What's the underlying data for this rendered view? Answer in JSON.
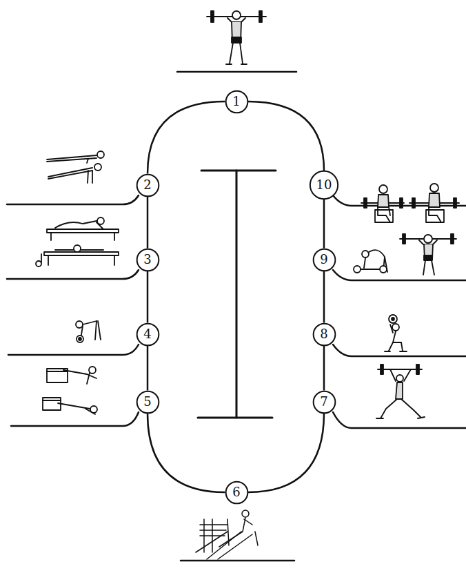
{
  "diagram": {
    "nodes": [
      {
        "text": [
          "1"
        ]
      },
      {
        "text": [
          "2"
        ]
      },
      {
        "text": [
          "3"
        ]
      },
      {
        "text": [
          "4"
        ]
      },
      {
        "text": [
          "5"
        ]
      },
      {
        "text": [
          "6"
        ]
      },
      {
        "text": [
          "7"
        ]
      },
      {
        "text": [
          "8"
        ]
      },
      {
        "text": [
          "9"
        ]
      },
      {
        "text": [
          "10"
        ]
      }
    ],
    "edges": [
      {
        "from": 0,
        "to": 1,
        "arrow": "none"
      },
      {
        "from": 1,
        "to": 2,
        "arrow": "none"
      },
      {
        "from": 2,
        "to": 3,
        "arrow": "none"
      },
      {
        "from": 3,
        "to": 4,
        "arrow": "none"
      },
      {
        "from": 4,
        "to": 5,
        "arrow": "none"
      },
      {
        "from": 5,
        "to": 6,
        "arrow": "none"
      },
      {
        "from": 6,
        "to": 7,
        "arrow": "none"
      },
      {
        "from": 7,
        "to": 8,
        "arrow": "none"
      },
      {
        "from": 8,
        "to": 9,
        "arrow": "none"
      },
      {
        "from": 9,
        "to": 0,
        "arrow": "none"
      }
    ]
  }
}
